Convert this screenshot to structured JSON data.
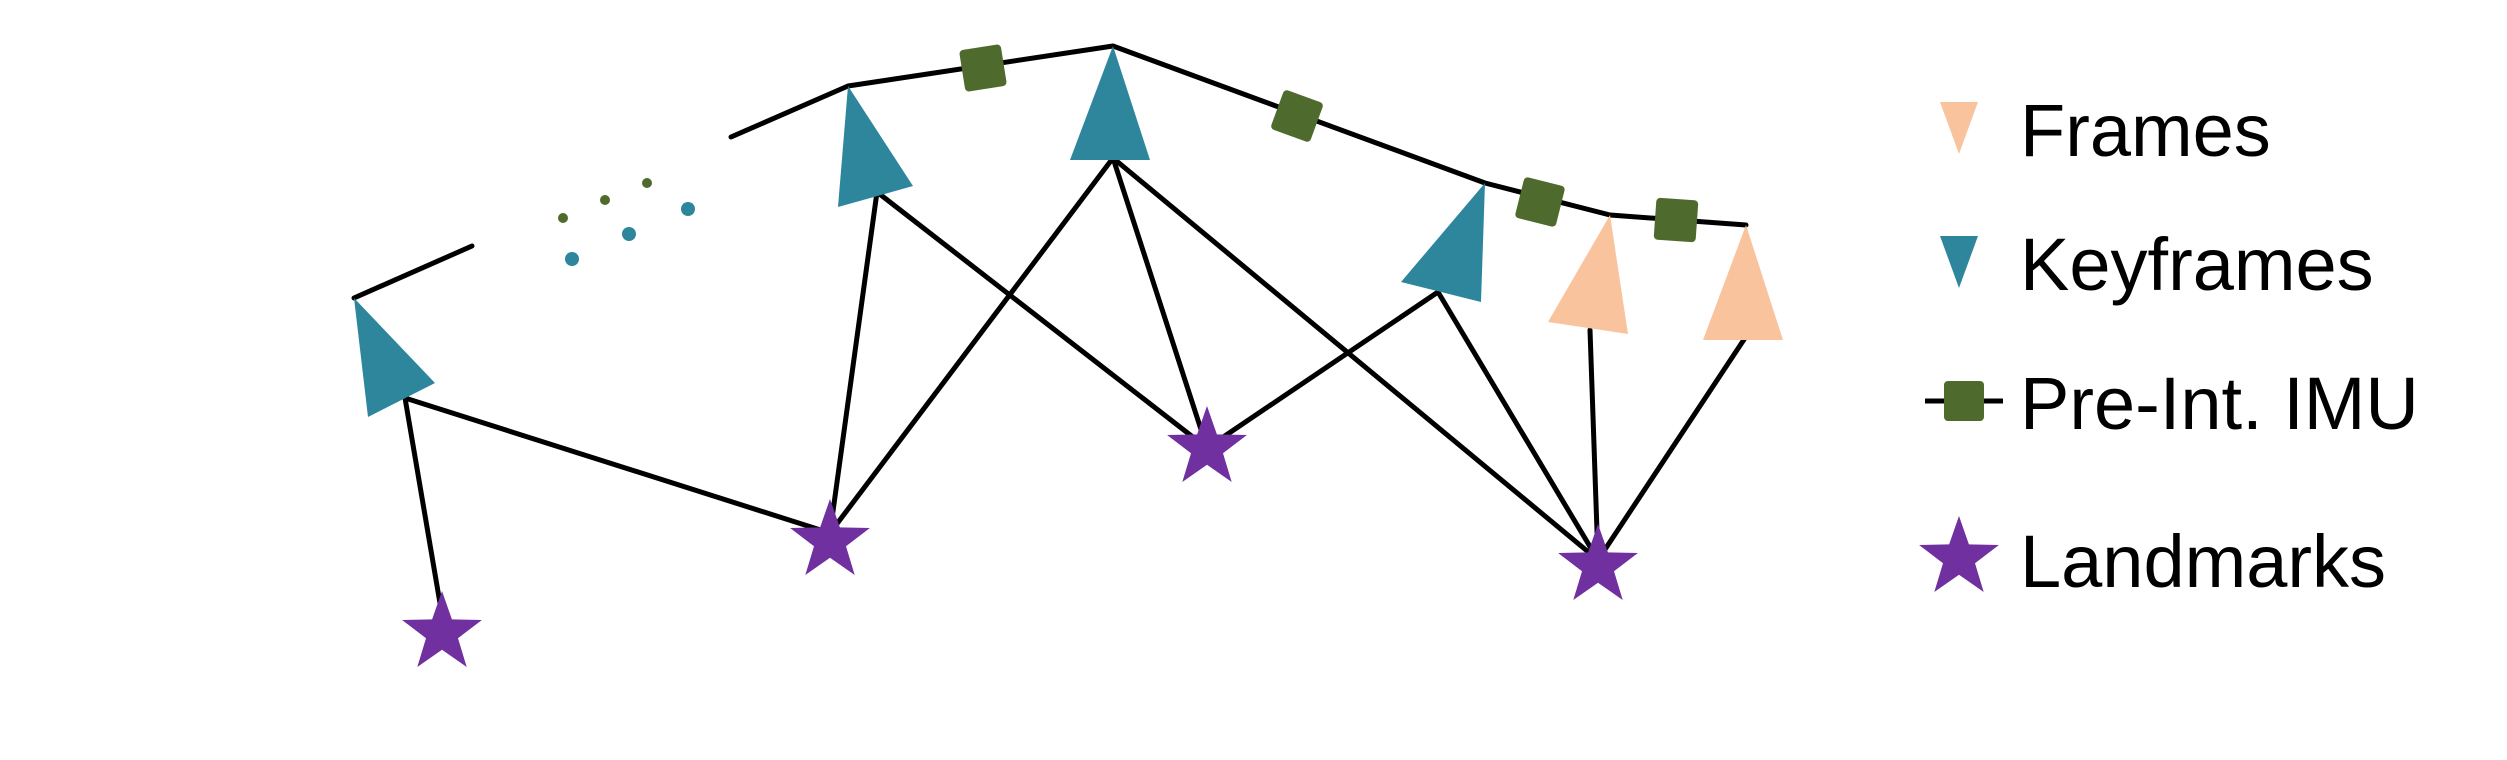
{
  "colors": {
    "keyframe": "#2e869c",
    "frame": "#f9c49d",
    "imu": "#4e6a2c",
    "landmark": "#7030a0",
    "edge": "#000000"
  },
  "legend": {
    "frames": "Frames",
    "keyframes": "Keyframes",
    "imu": "Pre-Int. IMU",
    "landmarks": "Landmarks"
  }
}
